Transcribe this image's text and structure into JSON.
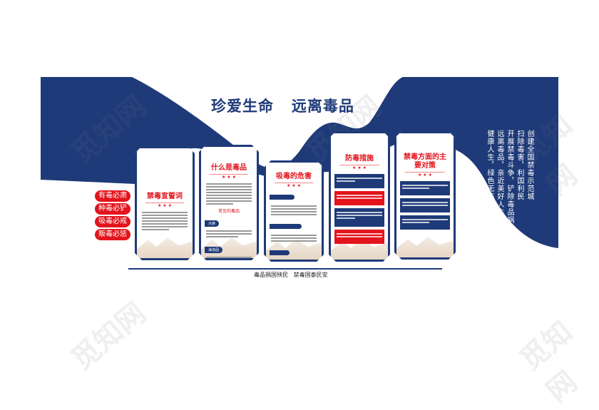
{
  "colors": {
    "brand_blue": "#1e3a78",
    "accent_red": "#e3141c"
  },
  "title": "珍爱生命   远离毒品",
  "slogans_left": [
    "有毒必肃",
    "种毒必铲",
    "吸毒必戒",
    "贩毒必惩"
  ],
  "slogans_right": [
    "创建全国禁毒示范城",
    "扫除毒害，利国利民",
    "开展禁毒斗争，铲除毒品祸害",
    "远离毒品，亲近美好人生",
    "健康人生，绿色无毒"
  ],
  "panels": [
    {
      "title": "禁毒宣誓词",
      "stars": "★ ★ ★"
    },
    {
      "title": "什么是毒品",
      "stars": "★ ★ ★",
      "subtitle": "常见的毒品",
      "tags": [
        "大麻",
        "海洛因"
      ]
    },
    {
      "title": "吸毒的危害",
      "stars": "★ ★ ★"
    },
    {
      "title": "防毒措施",
      "stars": "★ ★ ★"
    },
    {
      "title": "禁毒方面的主要对策",
      "stars": "★ ★ ★"
    }
  ],
  "motto": "毒品祸国殃民   禁毒国泰民安",
  "watermark": "觅知网"
}
